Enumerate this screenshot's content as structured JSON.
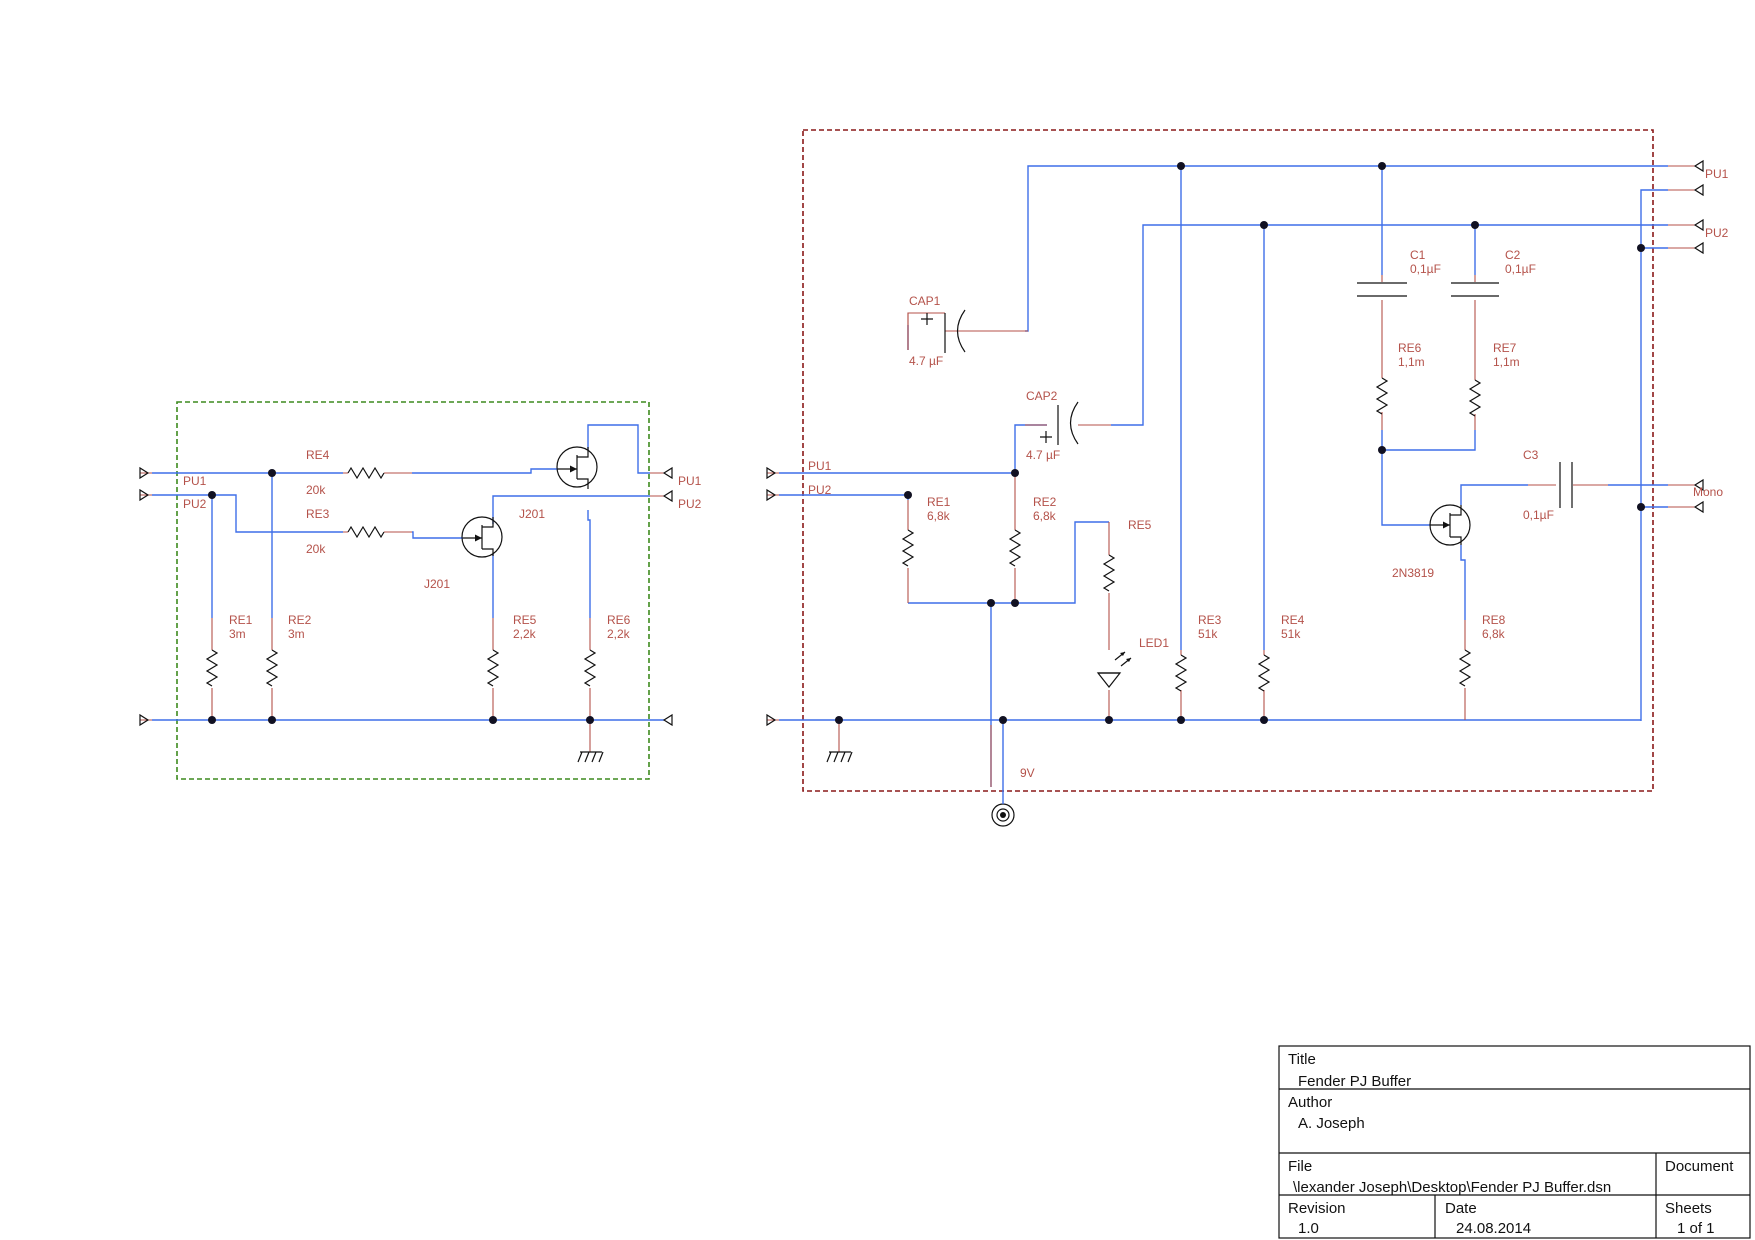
{
  "left_block": {
    "ports_in": {
      "pu1": "PU1",
      "pu2": "PU2"
    },
    "ports_out": {
      "pu1": "PU1",
      "pu2": "PU2"
    },
    "resistors": {
      "re1": {
        "name": "RE1",
        "value": "3m"
      },
      "re2": {
        "name": "RE2",
        "value": "3m"
      },
      "re3": {
        "name": "RE3",
        "value": "20k"
      },
      "re4": {
        "name": "RE4",
        "value": "20k"
      },
      "re5": {
        "name": "RE5",
        "value": "2,2k"
      },
      "re6": {
        "name": "RE6",
        "value": "2,2k"
      }
    },
    "transistors": {
      "q1": "J201",
      "q2": "J201"
    }
  },
  "right_block": {
    "ports_in": {
      "pu1": "PU1",
      "pu2": "PU2"
    },
    "ports_out": {
      "pu1": "PU1",
      "pu2": "PU2",
      "mono": "Mono"
    },
    "caps": {
      "cap1": {
        "name": "CAP1",
        "value": "4.7 µF"
      },
      "cap2": {
        "name": "CAP2",
        "value": "4.7 µF"
      },
      "c1": {
        "name": "C1",
        "value": "0,1µF"
      },
      "c2": {
        "name": "C2",
        "value": "0,1µF"
      },
      "c3": {
        "name": "C3",
        "value": "0,1µF"
      }
    },
    "resistors": {
      "re1": {
        "name": "RE1",
        "value": "6,8k"
      },
      "re2": {
        "name": "RE2",
        "value": "6,8k"
      },
      "re3": {
        "name": "RE3",
        "value": "51k"
      },
      "re4": {
        "name": "RE4",
        "value": "51k"
      },
      "re5": {
        "name": "RE5"
      },
      "re6": {
        "name": "RE6",
        "value": "1,1m"
      },
      "re7": {
        "name": "RE7",
        "value": "1,1m"
      },
      "re8": {
        "name": "RE8",
        "value": "6,8k"
      }
    },
    "led": "LED1",
    "transistor": "2N3819",
    "supply": "9V"
  },
  "title_block": {
    "title_label": "Title",
    "title": "Fender PJ Buffer",
    "author_label": "Author",
    "author": "A. Joseph",
    "file_label": "File",
    "file": "\\lexander Joseph\\Desktop\\Fender PJ Buffer.dsn",
    "document_label": "Document",
    "revision_label": "Revision",
    "revision": "1.0",
    "date_label": "Date",
    "date": "24.08.2014",
    "sheets_label": "Sheets",
    "sheets": "1 of 1"
  },
  "colors": {
    "wire": "#3f6fe8",
    "pin": "#b4524a",
    "left_frame": "#3d8a1e",
    "right_frame": "#8a1818"
  }
}
